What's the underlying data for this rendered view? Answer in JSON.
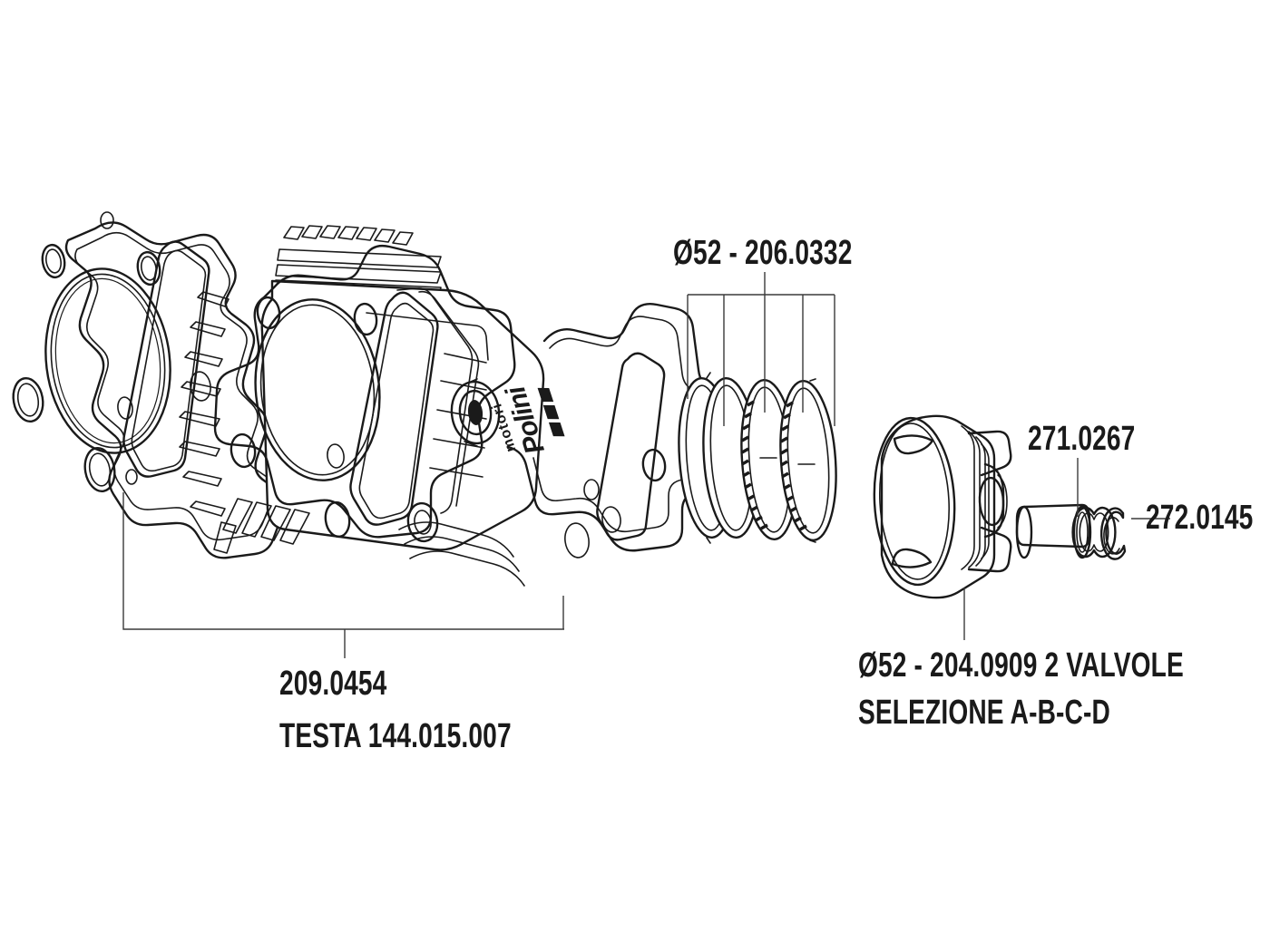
{
  "page": {
    "title": "Polini cylinder kit exploded parts diagram",
    "background": "#ffffff",
    "ink": "#1a1a1a"
  },
  "labels": {
    "rings": "Ø52 - 206.0332",
    "piston_pin": "271.0267",
    "circlip": "272.0145",
    "gasket_set": "209.0454",
    "head": "TESTA 144.015.007",
    "piston_line1": "Ø52 - 204.0909  2 VALVOLE",
    "piston_line2": "SELEZIONE A-B-C-D"
  },
  "parts": [
    {
      "name": "head-gasket",
      "code": "209.0454",
      "label": "209.0454"
    },
    {
      "name": "cylinder-block",
      "code": "144.015.007",
      "label": "TESTA 144.015.007"
    },
    {
      "name": "base-gasket",
      "code": "209.0454",
      "label": "209.0454"
    },
    {
      "name": "piston-ring-set",
      "code": "206.0332",
      "label": "Ø52 - 206.0332",
      "diameter_mm": 52,
      "ring_count": 4
    },
    {
      "name": "piston",
      "code": "204.0909",
      "label": "Ø52 - 204.0909  2 VALVOLE",
      "diameter_mm": 52,
      "valves": 2,
      "selection": "A-B-C-D"
    },
    {
      "name": "piston-pin",
      "code": "271.0267",
      "label": "271.0267"
    },
    {
      "name": "circlip",
      "code": "272.0145",
      "label": "272.0145",
      "quantity": 2
    }
  ],
  "brand": {
    "logo_text_top": "motori",
    "logo_text_bottom": "Polini"
  }
}
